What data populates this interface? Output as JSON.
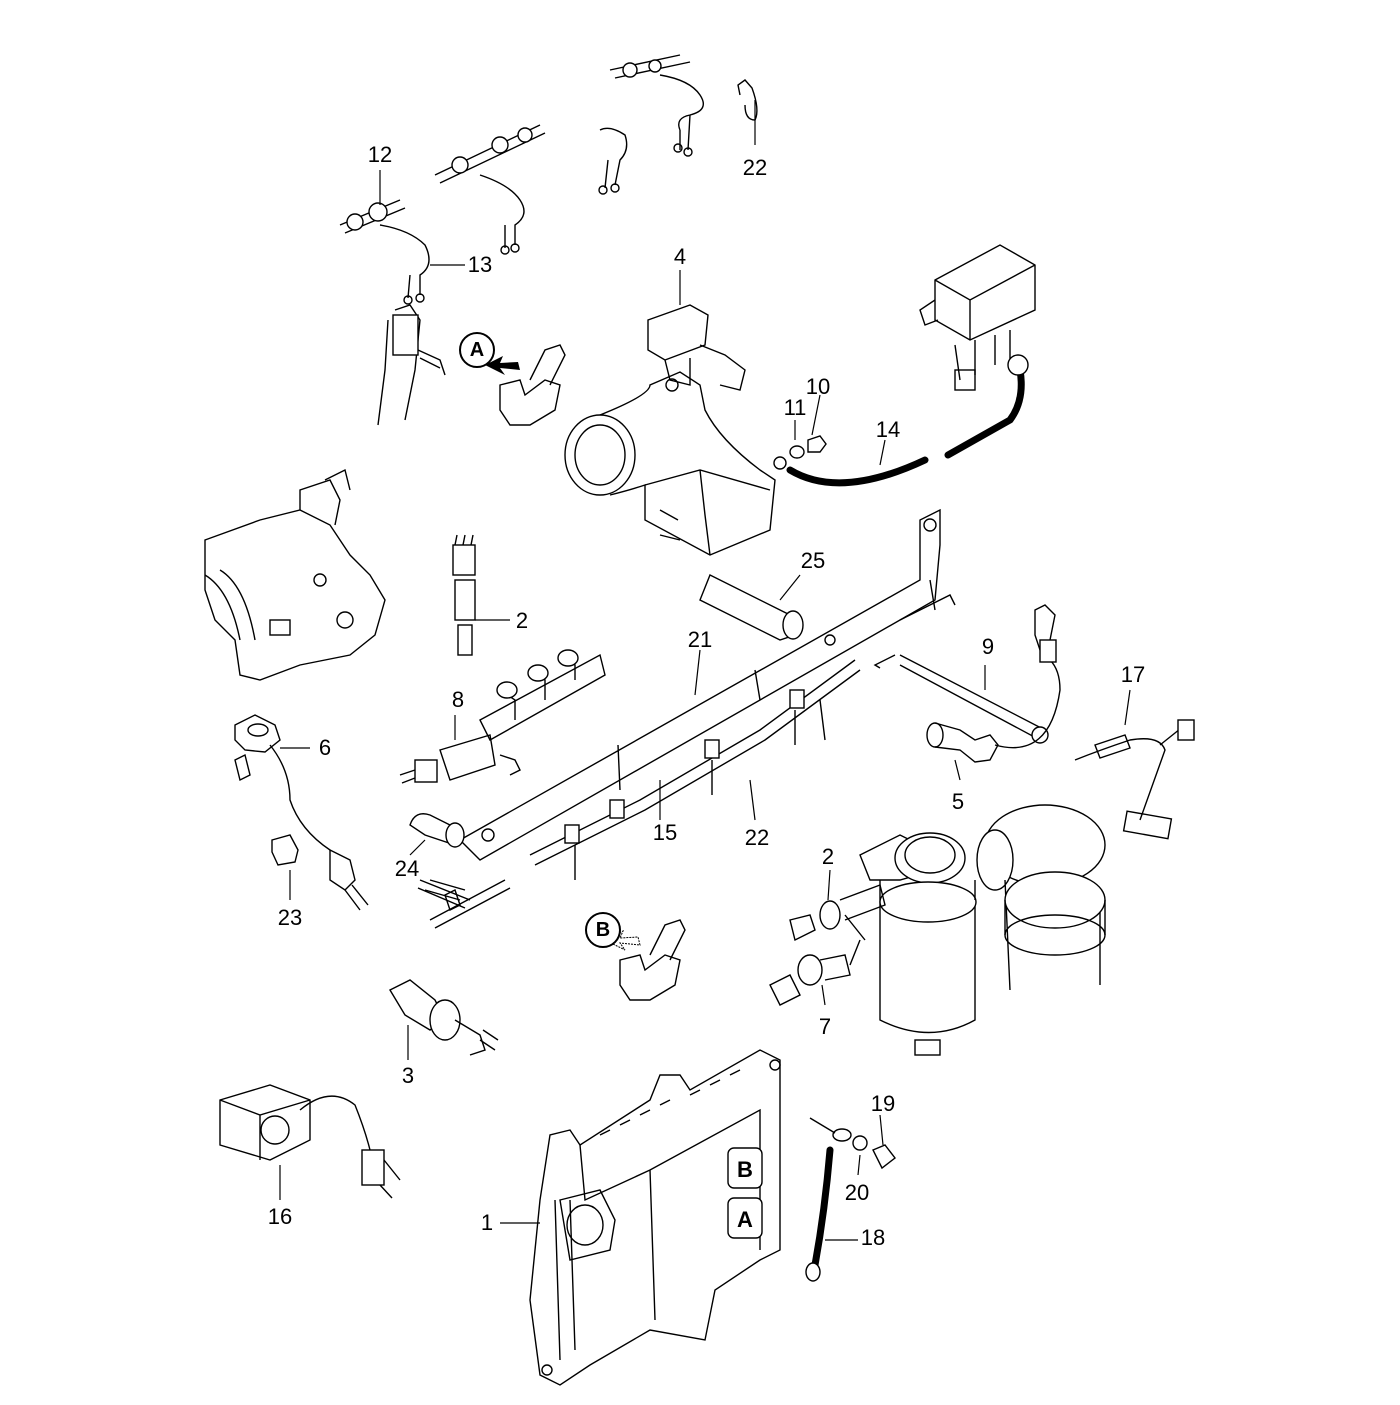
{
  "callouts": {
    "c1": "1",
    "c2a": "2",
    "c2b": "2",
    "c3": "3",
    "c4": "4",
    "c5": "5",
    "c6": "6",
    "c7": "7",
    "c8": "8",
    "c9": "9",
    "c10": "10",
    "c11": "11",
    "c12": "12",
    "c13": "13",
    "c14": "14",
    "c15": "15",
    "c16": "16",
    "c17": "17",
    "c18": "18",
    "c19": "19",
    "c20": "20",
    "c21": "21",
    "c22a": "22",
    "c22b": "22",
    "c23": "23",
    "c24": "24",
    "c25": "25"
  },
  "connector_markers": {
    "a": "A",
    "b": "B"
  },
  "ecu_ports": {
    "a": "A",
    "b": "B"
  },
  "icons": [
    "part-outline-icon",
    "arrow-icon"
  ],
  "colors": {
    "line": "#000000",
    "background": "#ffffff"
  }
}
